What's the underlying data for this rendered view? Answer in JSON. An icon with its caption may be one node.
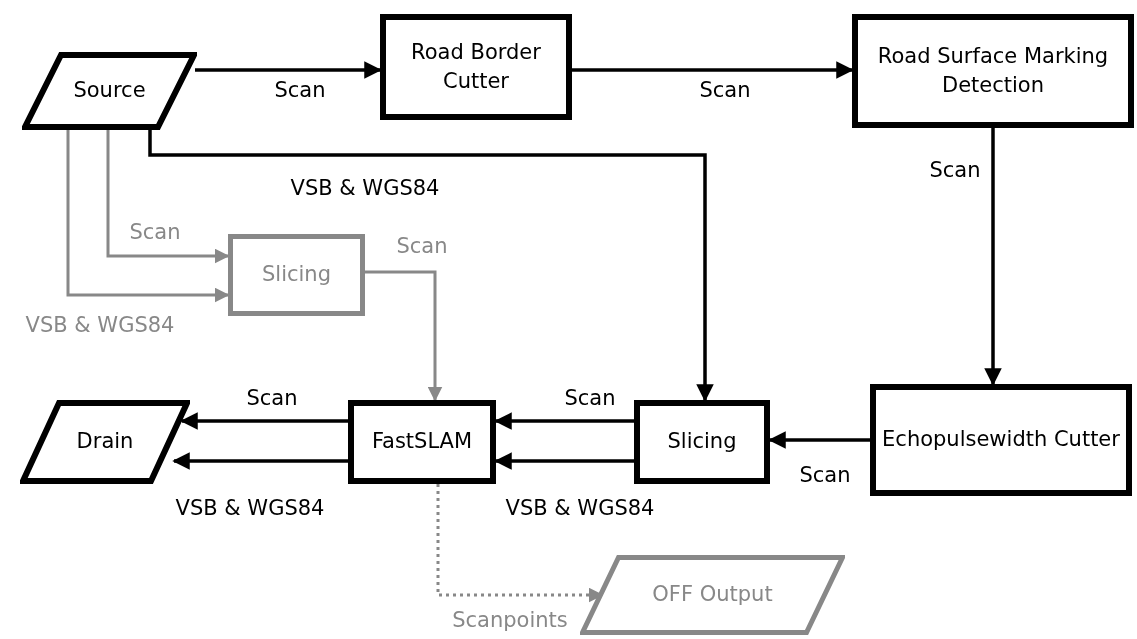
{
  "diagram": {
    "nodes": [
      {
        "text": [
          "Source"
        ]
      },
      {
        "text": [
          "Road Border Cutter"
        ]
      },
      {
        "text": [
          "Road Surface Marking Detection"
        ]
      },
      {
        "text": [
          "Slicing"
        ]
      },
      {
        "text": [
          "FastSLAM"
        ]
      },
      {
        "text": [
          "Slicing"
        ]
      },
      {
        "text": [
          "Echopulsewidth Cutter"
        ]
      },
      {
        "text": [
          "Drain"
        ]
      },
      {
        "text": [
          "OFF Output"
        ]
      }
    ],
    "edges": [
      {
        "from": 0,
        "to": 1,
        "arrow": "to",
        "label": "Scan"
      },
      {
        "from": 1,
        "to": 2,
        "arrow": "to",
        "label": "Scan"
      },
      {
        "from": 2,
        "to": 6,
        "arrow": "to",
        "label": "Scan"
      },
      {
        "from": 6,
        "to": 5,
        "arrow": "to",
        "label": "Scan"
      },
      {
        "from": 5,
        "to": 4,
        "arrow": "to",
        "label": "Scan"
      },
      {
        "from": 5,
        "to": 4,
        "arrow": "to",
        "label": "VSB & WGS84"
      },
      {
        "from": 4,
        "to": 7,
        "arrow": "to",
        "label": "Scan"
      },
      {
        "from": 4,
        "to": 7,
        "arrow": "to",
        "label": "VSB & WGS84"
      },
      {
        "from": 0,
        "to": 5,
        "arrow": "to",
        "label": "VSB & WGS84"
      },
      {
        "from": 0,
        "to": 3,
        "arrow": "to",
        "label": "Scan",
        "color": "#888888"
      },
      {
        "from": 0,
        "to": 3,
        "arrow": "to",
        "label": "VSB & WGS84",
        "color": "#888888"
      },
      {
        "from": 3,
        "to": 4,
        "arrow": "to",
        "label": "Scan",
        "color": "#888888"
      },
      {
        "from": 4,
        "to": 8,
        "arrow": "to",
        "label": "Scanpoints",
        "style": "dashed",
        "color": "#888888"
      }
    ]
  }
}
